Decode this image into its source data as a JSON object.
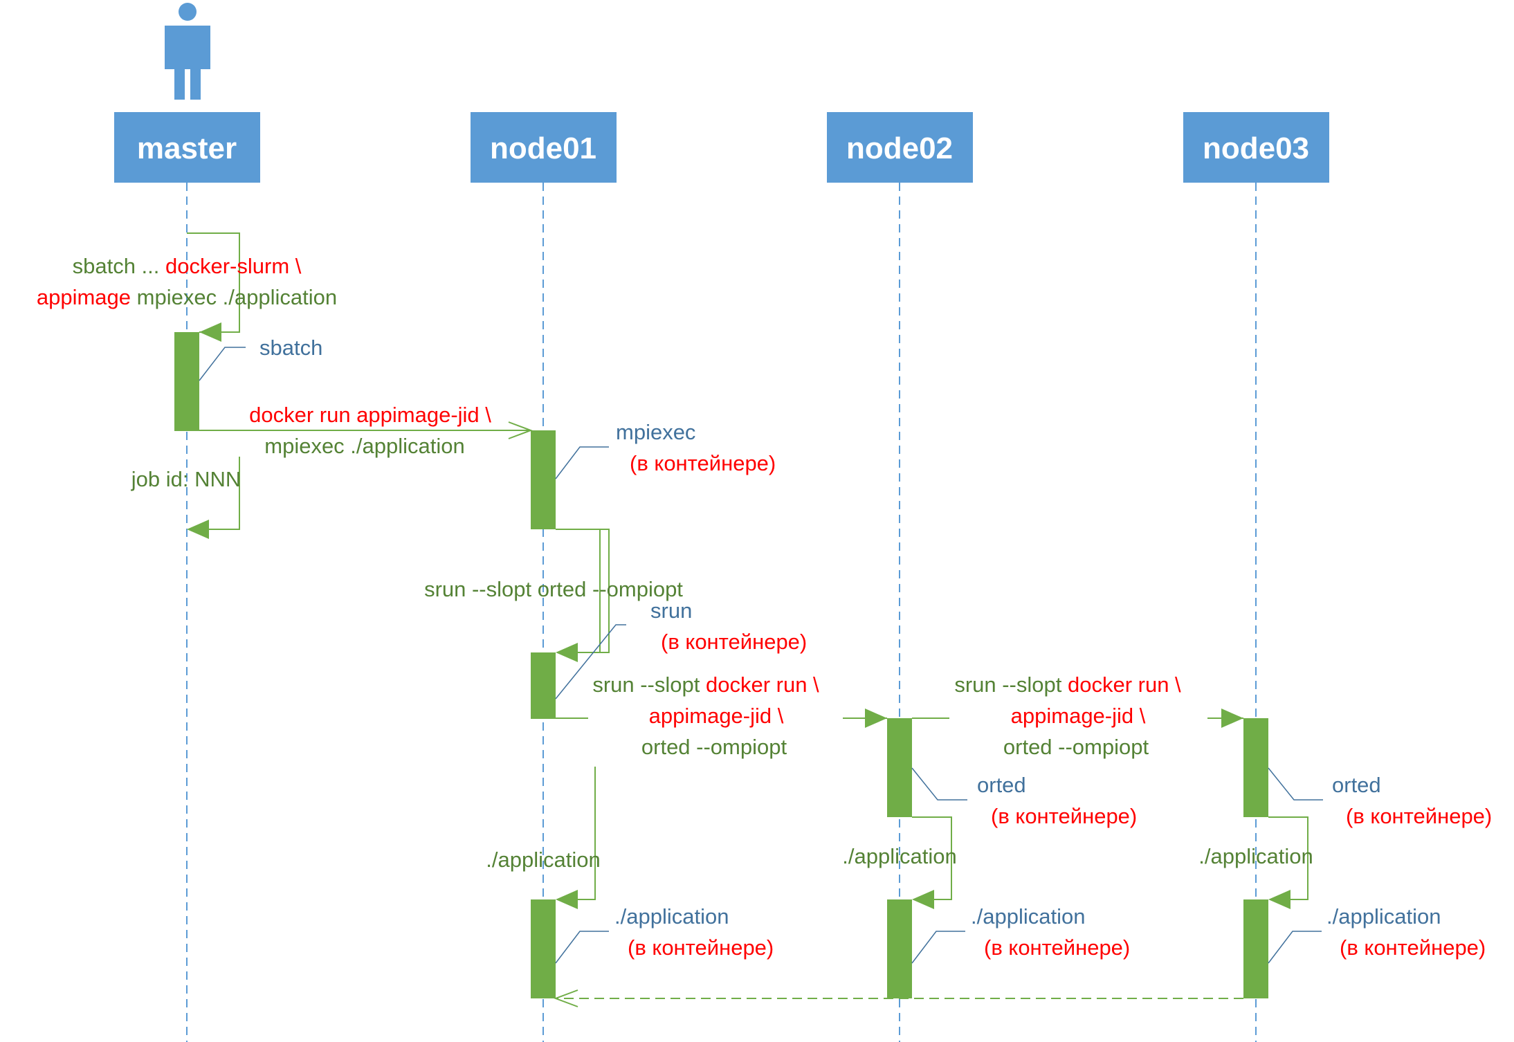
{
  "colors": {
    "header_fill": "#5B9BD5",
    "header_text": "#FFFFFF",
    "lifeline": "#5B9BD5",
    "activation": "#70AD47",
    "message": "#70AD47",
    "green_text": "#548235",
    "red_text": "#FF0000",
    "blue_text": "#41719C"
  },
  "actor": {
    "icon": "person-icon"
  },
  "lifelines": [
    {
      "id": "master",
      "label": "master"
    },
    {
      "id": "node01",
      "label": "node01"
    },
    {
      "id": "node02",
      "label": "node02"
    },
    {
      "id": "node03",
      "label": "node03"
    }
  ],
  "messages": {
    "submit": {
      "line1": {
        "part1": "sbatch ... ",
        "part2": "docker-slurm \\"
      },
      "line2": {
        "part1": "appimage ",
        "part2": "mpiexec ./application"
      }
    },
    "docker_run": {
      "line1": "docker run appimage-jid \\",
      "line2": "mpiexec ./application"
    },
    "job_id": "job id: NNN",
    "srun_orted": "srun --slopt orted --ompiopt",
    "srun_docker": {
      "line1": {
        "part1": "srun --slopt ",
        "part2": "docker run \\"
      },
      "line2": "appimage-jid \\",
      "line3": "orted --ompiopt"
    },
    "application": "./application"
  },
  "notes": {
    "sbatch": "sbatch",
    "mpiexec": "mpiexec",
    "srun": "srun",
    "orted": "orted",
    "application": "./application",
    "in_container": "(в контейнере)"
  }
}
